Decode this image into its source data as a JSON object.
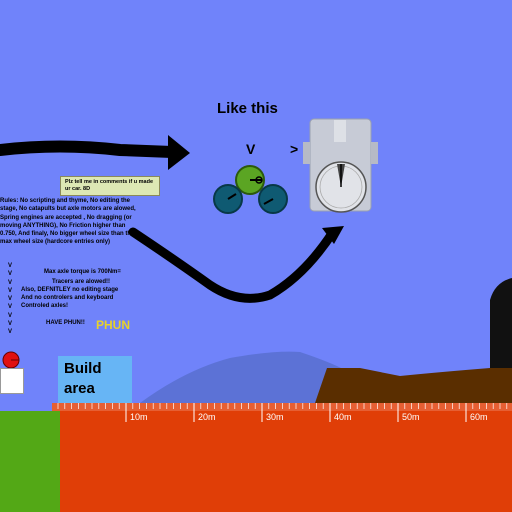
{
  "colors": {
    "sky": "#7083fa",
    "ground": "#e03e07",
    "green_block": "#53a816",
    "hill": "#5c72d6",
    "dirt": "#5a2e00",
    "build_area": "#67b5f5",
    "note_bg": "#dde8b4"
  },
  "header": {
    "title": "Like this",
    "v_arrow": "V",
    "gt_arrow": ">"
  },
  "note": {
    "text": "Plz tell me in comments if u made ur car. 8D"
  },
  "rules": {
    "text": "Rules: No scripting and thyme, No editing the stage, No catapults but axle motors are alowed, Spring engines are accepted , No dragging (or moving ANYTHING), No Friction higher than 0.750, And finaly, No bigger wheel size than the max wheel size (hardcore entries only)",
    "v_column": "V\nV\nV\nV\nV\nV\nV\nV\nV",
    "lines": [
      "Max axle torque is 700Nm=",
      "Tracers are alowed!!",
      "Also, DEFNITLEY no editing stage",
      "And no controlers and keyboard",
      "Controled axles!",
      "HAVE PHUN!!"
    ],
    "phun_logo": "PHUN"
  },
  "build_area": {
    "line1": "Build",
    "line2": "area"
  },
  "ruler": {
    "labels": [
      "10m",
      "20m",
      "30m",
      "40m",
      "50m",
      "60m"
    ]
  },
  "icons": {
    "clock": "stopwatch-icon",
    "wheels": "wheel-icon",
    "ball": "red-ball-icon"
  }
}
